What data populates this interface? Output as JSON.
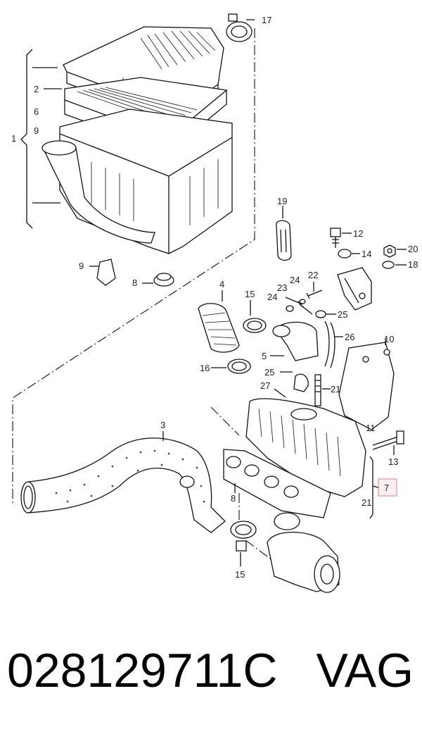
{
  "footer": {
    "part_number": "028129711C",
    "brand": "VAG"
  },
  "callouts": [
    {
      "id": "c1",
      "text": "1"
    },
    {
      "id": "c2",
      "text": "2"
    },
    {
      "id": "c6",
      "text": "6"
    },
    {
      "id": "c9a",
      "text": "9"
    },
    {
      "id": "c17",
      "text": "17"
    },
    {
      "id": "c9b",
      "text": "9"
    },
    {
      "id": "c8a",
      "text": "8"
    },
    {
      "id": "c19",
      "text": "19"
    },
    {
      "id": "c12",
      "text": "12"
    },
    {
      "id": "c14",
      "text": "14"
    },
    {
      "id": "c20",
      "text": "20"
    },
    {
      "id": "c18",
      "text": "18"
    },
    {
      "id": "c22",
      "text": "22"
    },
    {
      "id": "c24a",
      "text": "24"
    },
    {
      "id": "c23",
      "text": "23"
    },
    {
      "id": "c24b",
      "text": "24"
    },
    {
      "id": "c25a",
      "text": "25"
    },
    {
      "id": "c4",
      "text": "4"
    },
    {
      "id": "c15a",
      "text": "15"
    },
    {
      "id": "c26",
      "text": "26"
    },
    {
      "id": "c5",
      "text": "5"
    },
    {
      "id": "c10",
      "text": "10"
    },
    {
      "id": "c16",
      "text": "16"
    },
    {
      "id": "c25b",
      "text": "25"
    },
    {
      "id": "c27",
      "text": "27"
    },
    {
      "id": "c21a",
      "text": "21"
    },
    {
      "id": "c3",
      "text": "3"
    },
    {
      "id": "c11",
      "text": "11"
    },
    {
      "id": "c13",
      "text": "13"
    },
    {
      "id": "c7",
      "text": "7"
    },
    {
      "id": "c8b",
      "text": "8"
    },
    {
      "id": "c21b",
      "text": "21"
    },
    {
      "id": "c15b",
      "text": "15"
    }
  ],
  "highlighted_callout": "7",
  "colors": {
    "line": "#111111",
    "highlight_border": "#e8a0a8",
    "highlight_fill": "#fdf0f2"
  }
}
